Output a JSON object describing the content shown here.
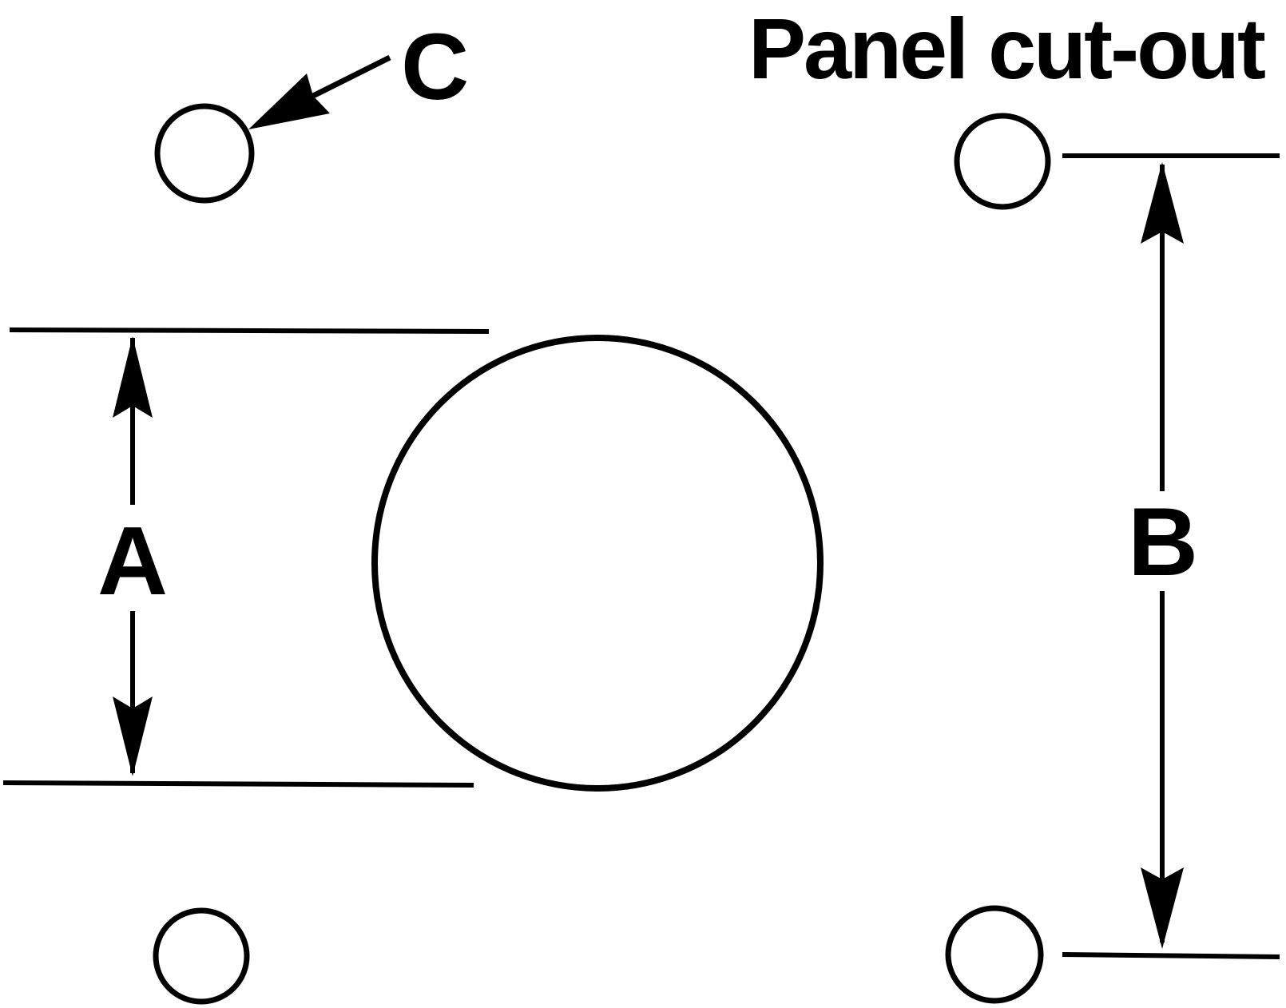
{
  "title": "Panel cut-out",
  "labels": {
    "a": "A",
    "b": "B",
    "c": "C"
  },
  "colors": {
    "ink": "#000000",
    "background": "#ffffff"
  }
}
